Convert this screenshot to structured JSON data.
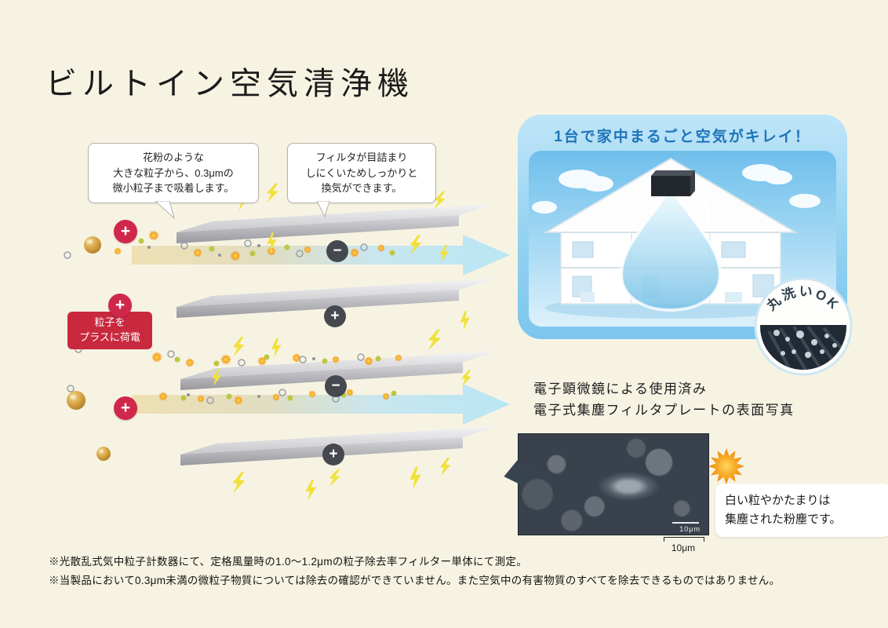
{
  "page": {
    "title": "ビルトイン空気清浄機",
    "background_color": "#f7f3e3"
  },
  "colors": {
    "accent_red": "#d0284a",
    "accent_blue": "#1f74b8",
    "panel_blue": "#7cc6ee",
    "lightning_yellow": "#f0e13a",
    "particle_orange": "#f6a723",
    "plate_gray": "#b9b9bd"
  },
  "filter_diagram": {
    "callout_left": "花粉のような\n大きな粒子から、0.3μmの\n微小粒子まで吸着します。",
    "callout_right": "フィルタが目詰まり\nしにくいためしっかりと\n換気ができます。",
    "charge_label": "粒子を\nプラスに荷電",
    "plus_symbol": "+",
    "plate_symbols": [
      "−",
      "+",
      "−",
      "+"
    ]
  },
  "house_panel": {
    "headline": "1台で家中まるごと空気がキレイ！",
    "washable_badge": "丸洗いOK"
  },
  "micro_section": {
    "heading": "電子顕微鏡による使用済み\n電子式集塵フィルタプレートの表面写真",
    "scale_label": "10μm",
    "caption": "白い粒やかたまりは\n集塵された粉塵です。"
  },
  "footnotes": [
    "※光散乱式気中粒子計数器にて、定格風量時の1.0〜1.2μmの粒子除去率フィルター単体にて測定。",
    "※当製品において0.3μm未満の微粒子物質については除去の確認ができていません。また空気中の有害物質のすべてを除去できるものではありません。"
  ]
}
